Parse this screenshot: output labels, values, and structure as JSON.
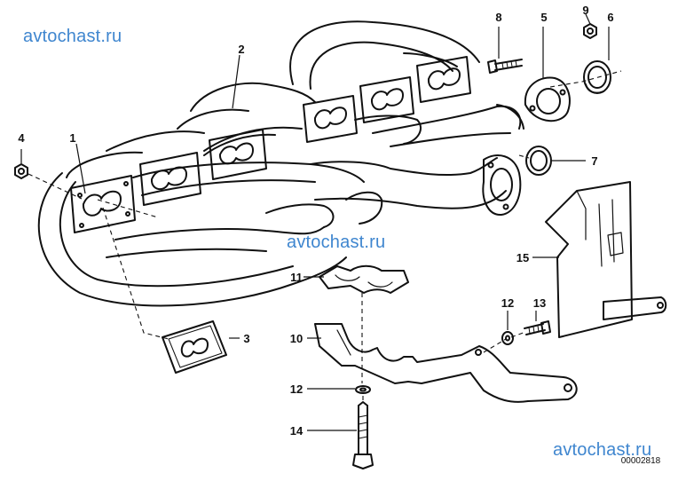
{
  "watermarks": [
    "avtochast.ru",
    "avtochast.ru",
    "avtochast.ru"
  ],
  "callouts": [
    {
      "id": "c1",
      "label": "1"
    },
    {
      "id": "c2",
      "label": "2"
    },
    {
      "id": "c3",
      "label": "3"
    },
    {
      "id": "c4",
      "label": "4"
    },
    {
      "id": "c5",
      "label": "5"
    },
    {
      "id": "c6",
      "label": "6"
    },
    {
      "id": "c7",
      "label": "7"
    },
    {
      "id": "c8",
      "label": "8"
    },
    {
      "id": "c9",
      "label": "9"
    },
    {
      "id": "c10",
      "label": "10"
    },
    {
      "id": "c11",
      "label": "11"
    },
    {
      "id": "c12a",
      "label": "12"
    },
    {
      "id": "c12b",
      "label": "12"
    },
    {
      "id": "c13",
      "label": "13"
    },
    {
      "id": "c14",
      "label": "14"
    },
    {
      "id": "c15",
      "label": "15"
    }
  ],
  "diagram_code": "00002818",
  "colors": {
    "ink": "#111111",
    "watermark": "#3f86cf"
  }
}
